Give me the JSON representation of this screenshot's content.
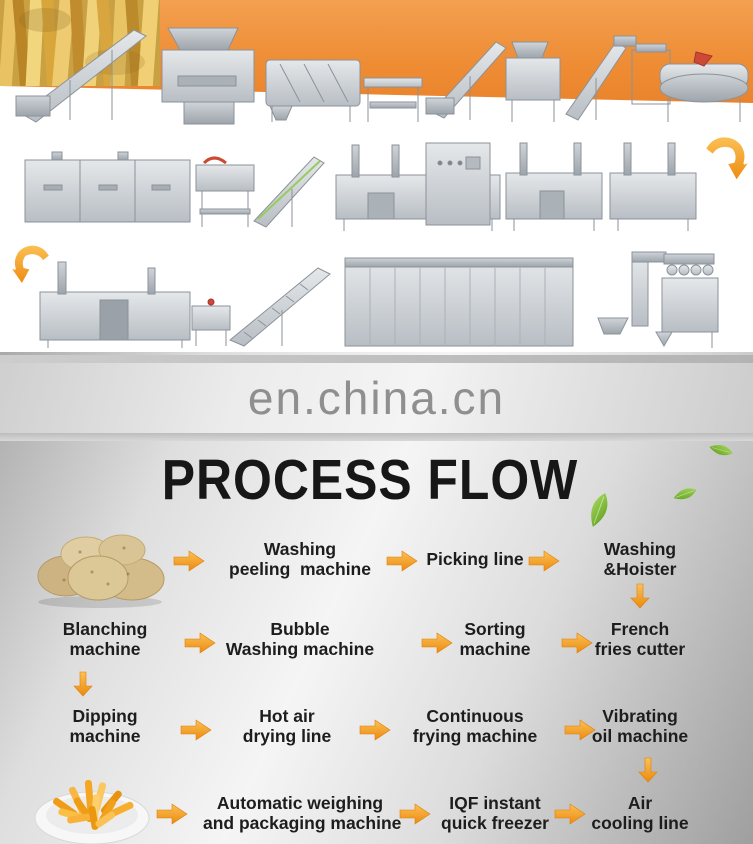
{
  "watermark": "en.china.cn",
  "title": "PROCESS FLOW",
  "colors": {
    "banner_orange": "#ee8c34",
    "arrow_orange": "#f5a623",
    "arrow_orange_dark": "#ec8a10",
    "leaf_green": "#7ab82f",
    "title_black": "#171717",
    "watermark_gray": "#8f8f8f",
    "silver_light": "#f5f5f5",
    "silver_dark": "#9f9f9f",
    "machine_steel": "#c9ced3"
  },
  "equipment_rows": [
    [
      "feeding-elevator",
      "washing-peeling-machine",
      "bubble-washing-machine",
      "picking-table",
      "hoisting-conveyor",
      "french-fries-cutter",
      "elevator-conveyor",
      "dewatering-sieve"
    ],
    [
      "blanching-machine",
      "dipping-cart",
      "hoisting-conveyor",
      "continuous-frying-machine",
      "control-cabinet",
      "de-oiling-machine",
      "vibrating-machine"
    ],
    [
      "seasoning-machine",
      "feeding-stand",
      "hoisting-conveyor",
      "iqf-freezer-tunnel",
      "z-elevator",
      "weighing-packaging-machine"
    ]
  ],
  "flow": {
    "rows": [
      {
        "direction": "right",
        "steps": [
          {
            "image": "potatoes"
          },
          {
            "lines": [
              "Washing",
              "peeling  machine"
            ]
          },
          {
            "lines": [
              "Picking line"
            ]
          },
          {
            "lines": [
              "Washing",
              "&Hoister"
            ]
          }
        ]
      },
      {
        "direction": "left",
        "steps": [
          {
            "lines": [
              "Blanching",
              "machine"
            ]
          },
          {
            "lines": [
              "Bubble",
              "Washing machine"
            ]
          },
          {
            "lines": [
              "Sorting",
              "machine"
            ]
          },
          {
            "lines": [
              "French",
              "fries cutter"
            ]
          }
        ]
      },
      {
        "direction": "right",
        "steps": [
          {
            "lines": [
              "Dipping",
              "machine"
            ]
          },
          {
            "lines": [
              "Hot air",
              "drying line"
            ]
          },
          {
            "lines": [
              "Continuous",
              "frying machine"
            ]
          },
          {
            "lines": [
              "Vibrating",
              "oil machine"
            ]
          }
        ]
      },
      {
        "direction": "left",
        "steps": [
          {
            "image": "french-fries-plate"
          },
          {
            "lines": [
              "Automatic weighing",
              "and packaging machine"
            ]
          },
          {
            "lines": [
              "IQF instant",
              "quick freezer"
            ]
          },
          {
            "lines": [
              "Air",
              "cooling line"
            ]
          }
        ]
      }
    ]
  }
}
